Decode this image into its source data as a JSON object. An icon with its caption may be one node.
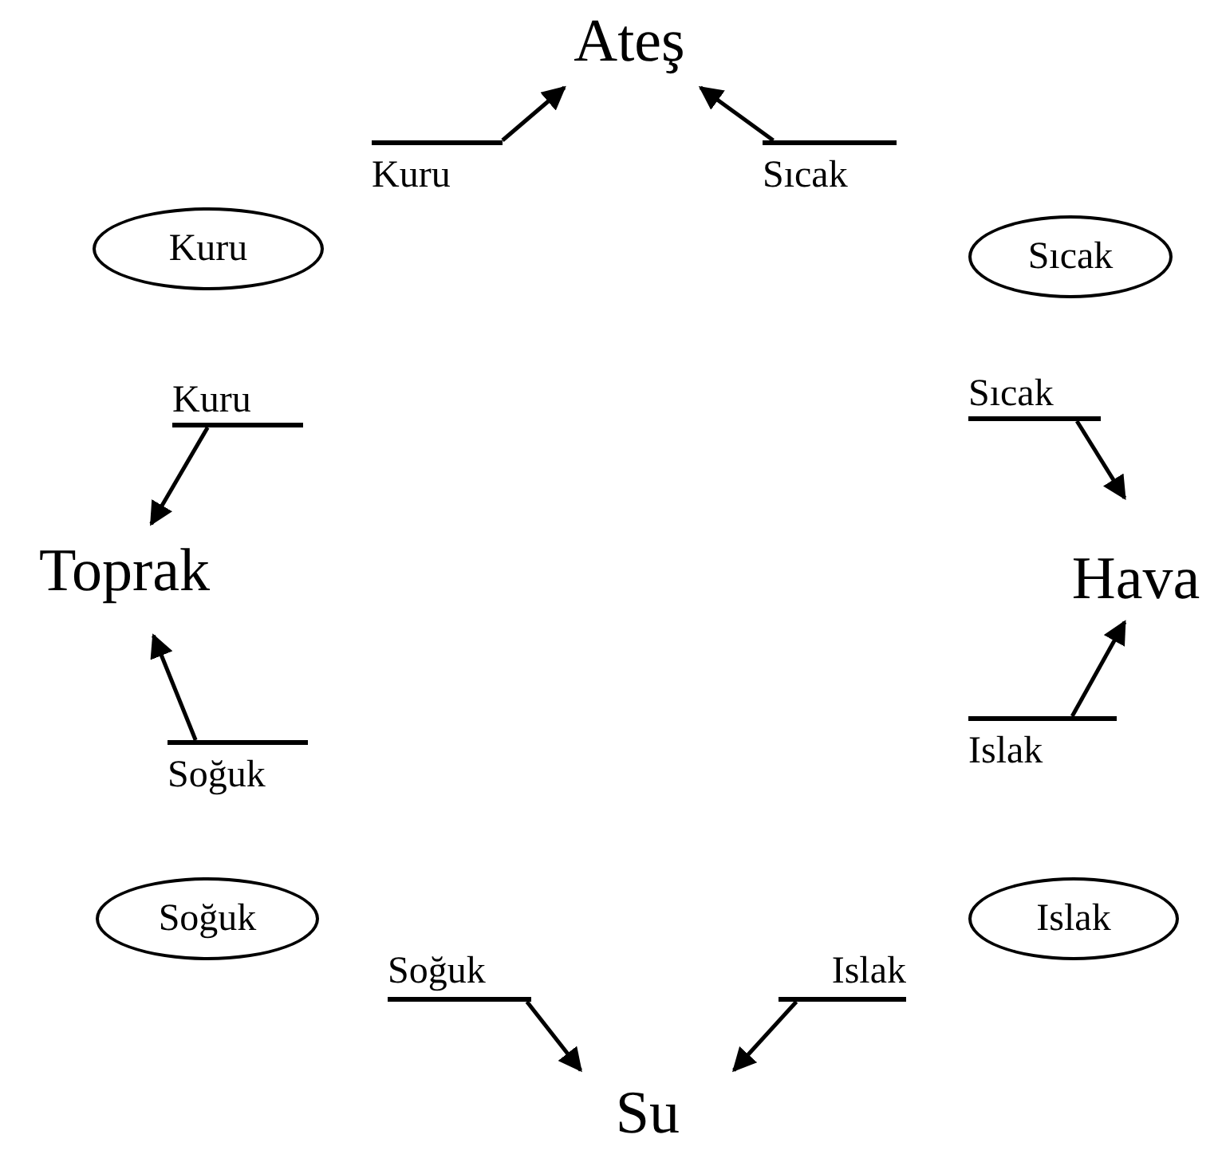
{
  "diagram": {
    "nodes": [
      {
        "text": [
          "Ateş"
        ]
      },
      {
        "text": [
          "Kuru"
        ]
      },
      {
        "text": [
          "Sıcak"
        ]
      },
      {
        "text": [
          "Kuru"
        ]
      },
      {
        "text": [
          "Sıcak"
        ]
      },
      {
        "text": [
          "Kuru"
        ]
      },
      {
        "text": [
          "Sıcak"
        ]
      },
      {
        "text": [
          "Toprak"
        ]
      },
      {
        "text": [
          "Hava"
        ]
      },
      {
        "text": [
          "Islak"
        ]
      },
      {
        "text": [
          "Soğuk"
        ]
      },
      {
        "text": [
          "Soğuk"
        ]
      },
      {
        "text": [
          "Islak"
        ]
      },
      {
        "text": [
          "Soğuk"
        ]
      },
      {
        "text": [
          "Islak"
        ]
      },
      {
        "text": [
          "Su"
        ]
      }
    ],
    "edges": [
      {
        "from": 1,
        "to": 0,
        "arrow": "to"
      },
      {
        "from": 2,
        "to": 0,
        "arrow": "to"
      },
      {
        "from": 5,
        "to": 7,
        "arrow": "to"
      },
      {
        "from": 6,
        "to": 8,
        "arrow": "to"
      },
      {
        "from": 9,
        "to": 8,
        "arrow": "to"
      },
      {
        "from": 10,
        "to": 7,
        "arrow": "to"
      },
      {
        "from": 13,
        "to": 15,
        "arrow": "to"
      },
      {
        "from": 14,
        "to": 15,
        "arrow": "to"
      }
    ]
  }
}
